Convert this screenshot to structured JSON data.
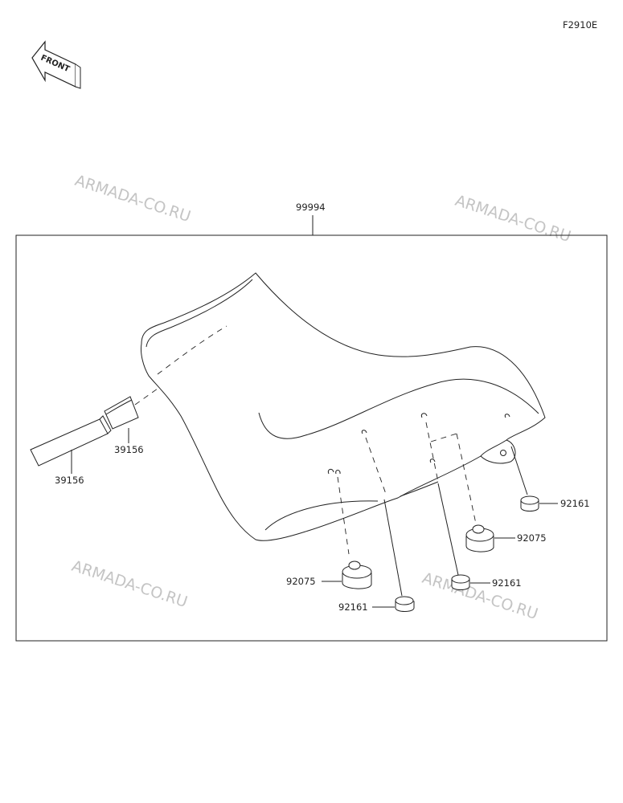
{
  "diagram_code": "F2910E",
  "front_label": "FRONT",
  "watermark": "ARMADA-CO.RU",
  "parts": {
    "assembly": "99994",
    "strap_small": "39156",
    "strap_large": "39156",
    "damper_right": "92075",
    "damper_left": "92075",
    "collar_top_right": "92161",
    "collar_mid_right": "92161",
    "collar_bottom": "92161"
  }
}
